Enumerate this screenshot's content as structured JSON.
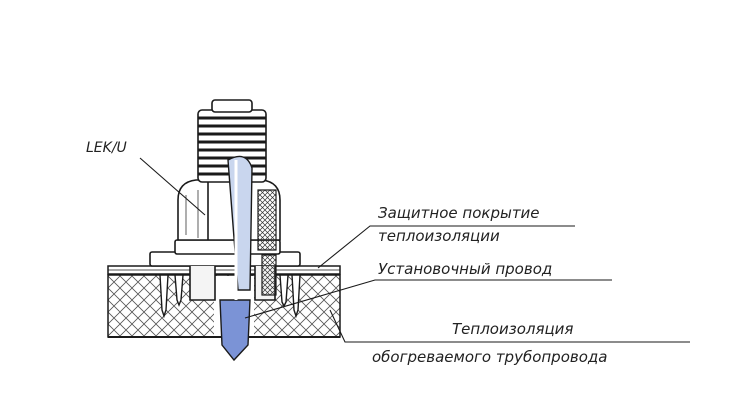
{
  "labels": {
    "gland": "LEK/U",
    "cover_line1": "Защитное покрытие",
    "cover_line2": "теплоизоляции",
    "wire": "Установочный провод",
    "insulation_line1": "Теплоизоляция",
    "insulation_line2": "обогреваемого трубопровода"
  },
  "colors": {
    "line": "#1a1a1a",
    "wire_fill": "#c9d6ee",
    "wire_core": "#7b93d6",
    "hatch": "#555555"
  }
}
